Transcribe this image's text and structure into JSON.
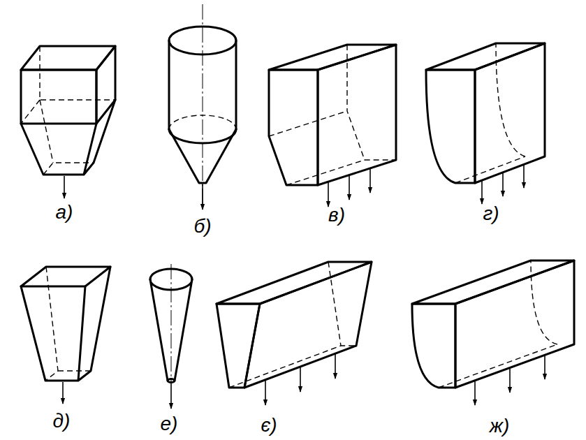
{
  "diagram": {
    "labels": [
      "а)",
      "б)",
      "в)",
      "г)",
      "д)",
      "е)",
      "є)",
      "ж)"
    ]
  }
}
